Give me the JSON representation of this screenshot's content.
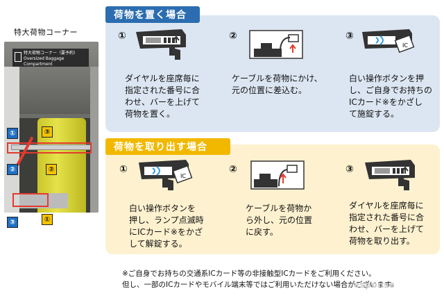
{
  "corner_title": "特大荷物コーナー",
  "photo": {
    "sign_line1": "特大荷物コーナー（要予約）",
    "sign_line2": "Oversized Baggage Compartment"
  },
  "badges": {
    "b1": "①",
    "b2": "②",
    "b3": "③",
    "y1": "①",
    "y2": "②",
    "y3": "③"
  },
  "store": {
    "title": "荷物を置く場合",
    "steps": [
      {
        "num": "①",
        "text": "ダイヤルを座席毎に\n指定された番号に合\nわせ、バーを上げて\n荷物を置く。"
      },
      {
        "num": "②",
        "text": "ケーブルを荷物にかけ、\n元の位置に差込む。"
      },
      {
        "num": "③",
        "text": "白い操作ボタンを押\nし、ご自身でお持ちの\nICカード※をかざし\nて施錠する。"
      }
    ]
  },
  "retrieve": {
    "title": "荷物を取り出す場合",
    "steps": [
      {
        "num": "①",
        "text": "白い操作ボタンを\n押し、ランプ点滅時\nにICカード※をかざ\nして解錠する。"
      },
      {
        "num": "②",
        "text": "ケーブルを荷物か\nら外し、元の位置\nに戻す。"
      },
      {
        "num": "③",
        "text": "ダイヤルを座席毎に\n指定された番号に合\nわせ、バーを上げて\n荷物を取り出す。"
      }
    ]
  },
  "ic_label": "IC",
  "note_line1": "※ご自身でお持ちの交通系ICカード等の非接触型ICカードをご利用ください。",
  "note_line2": "但し、一部のICカードやモバイル端末等ではご利用いただけない場合がございます。",
  "watermark": "esponse"
}
